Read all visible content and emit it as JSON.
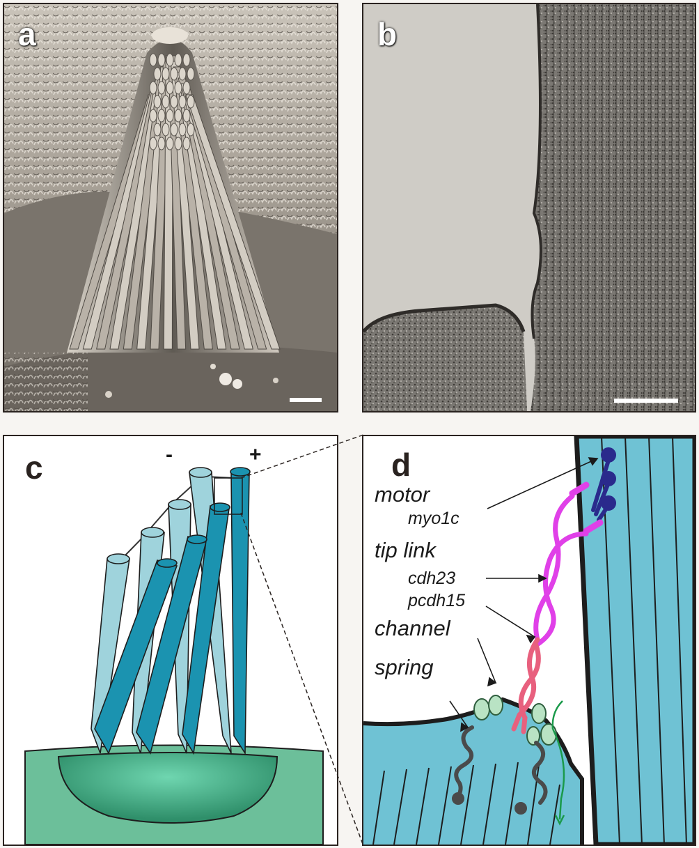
{
  "panels": {
    "a": {
      "label": "a"
    },
    "b": {
      "label": "b"
    },
    "c": {
      "label": "c",
      "minus": "-",
      "plus": "+"
    },
    "d": {
      "label": "d",
      "motor": "motor",
      "myo1c": "myo1c",
      "tip_link": "tip link",
      "cdh23": "cdh23",
      "pcdh15": "pcdh15",
      "channel": "channel",
      "spring": "spring"
    }
  },
  "colors": {
    "stereocilium_light": "#9fd3dc",
    "stereocilium_dark": "#1b93b0",
    "cell_green": "#56b38c",
    "membrane_blue": "#6fc2d4",
    "motor_navy": "#2a2a8c",
    "cdh23_magenta": "#e040e8",
    "pcdh15_pink": "#e8607e",
    "channel_green": "#b9e3c4",
    "spring_gray": "#4a4a4a",
    "ion_arrow_green": "#1a9a4a"
  }
}
